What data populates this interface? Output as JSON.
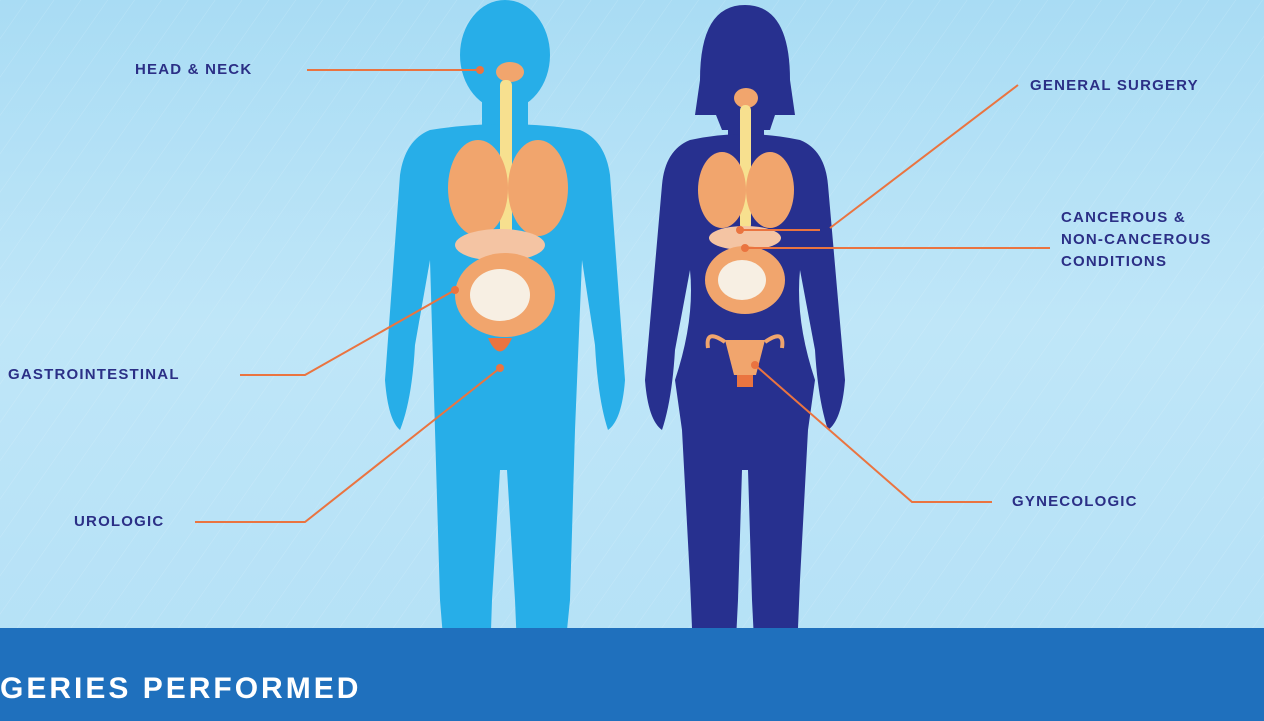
{
  "labels": {
    "head_neck": "HEAD & NECK",
    "general_surgery": "GENERAL SURGERY",
    "cancerous_line1": "CANCEROUS &",
    "cancerous_line2": "NON-CANCEROUS",
    "cancerous_line3": "CONDITIONS",
    "gastrointestinal": "GASTROINTESTINAL",
    "urologic": "UROLOGIC",
    "gynecologic": "GYNECOLOGIC"
  },
  "footer": {
    "title": "GERIES PERFORMED"
  },
  "colors": {
    "background": "#b6e2f6",
    "male_body": "#27aee8",
    "female_body": "#27308f",
    "organ": "#f1a56d",
    "leader_line": "#ea7440",
    "label_text": "#2b2f86",
    "footer_band": "#1f70bd"
  }
}
